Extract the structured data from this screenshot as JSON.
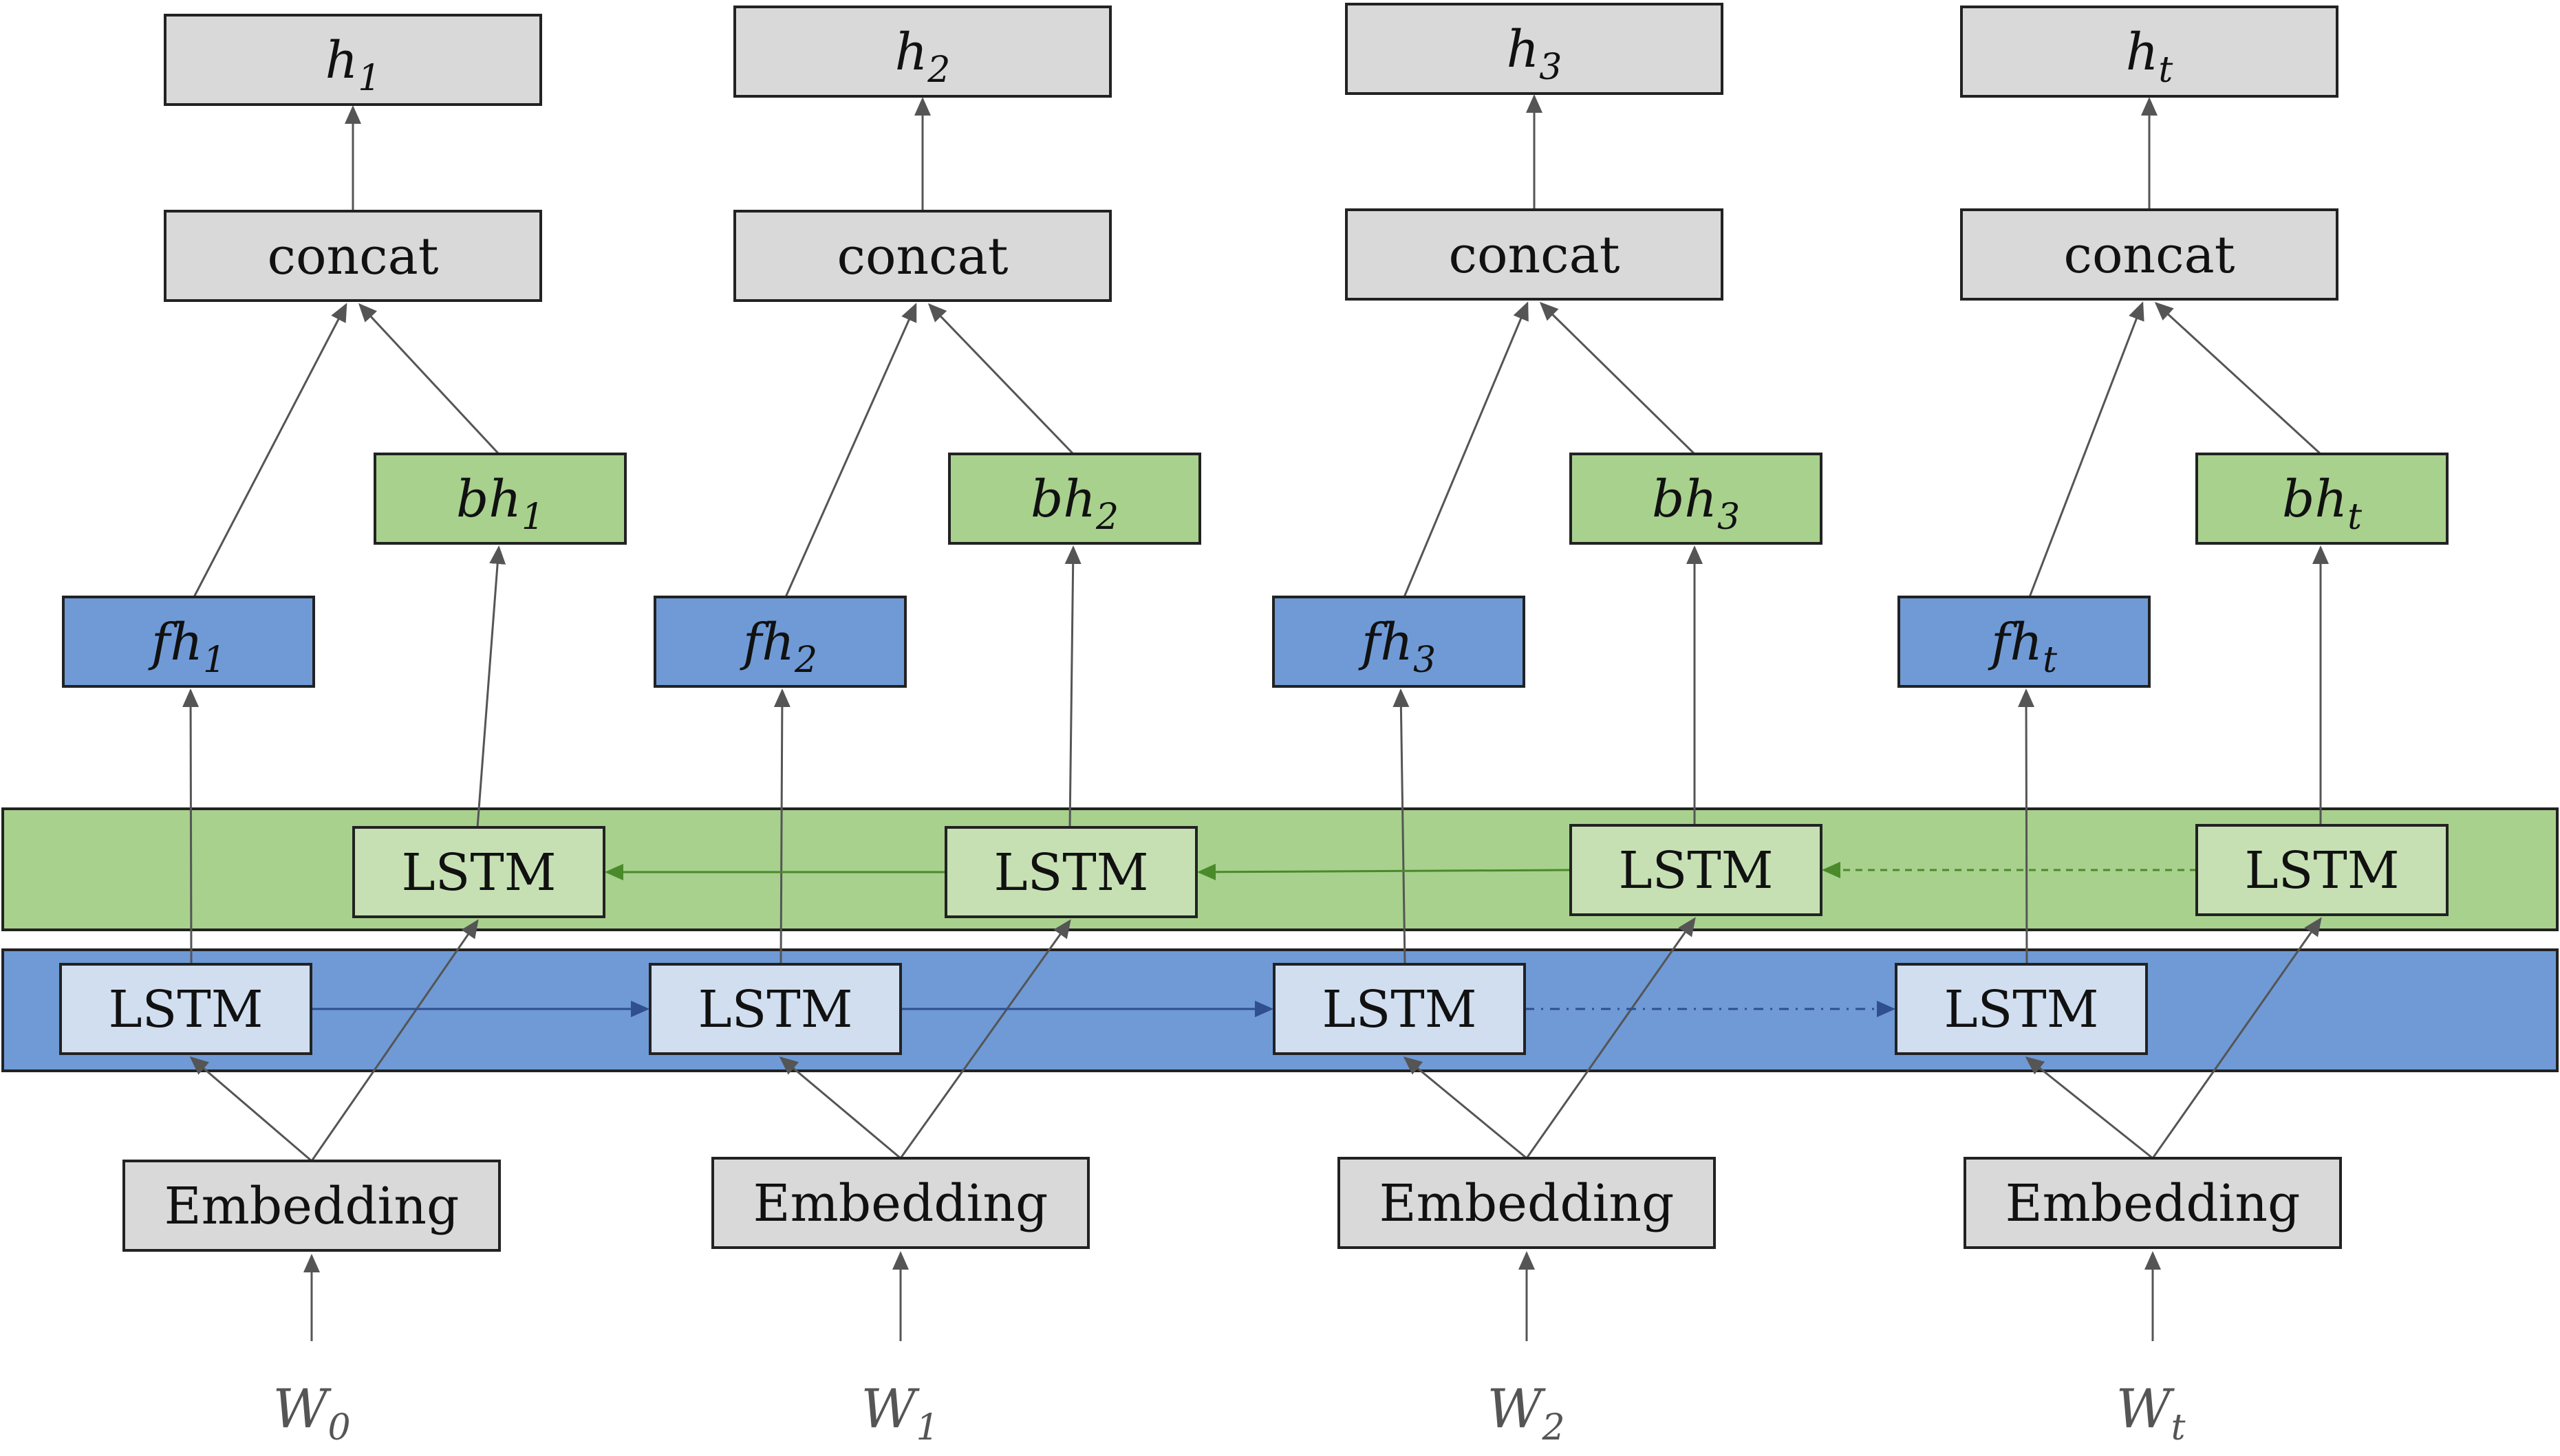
{
  "colors": {
    "gray_box": "#d9d9d9",
    "forward_band": "#6f9ad6",
    "forward_cell": "#d0deef",
    "backward_band": "#a8d18d",
    "backward_cell": "#c6e0b4",
    "fh_box": "#6f9ad6",
    "bh_box": "#a8d18d",
    "arrow": "#555555",
    "forward_arrow": "#2f4f8f",
    "backward_arrow": "#4a8a2a"
  },
  "columns": [
    {
      "output": {
        "base": "h",
        "sub": "1"
      },
      "concat": "concat",
      "fh": {
        "base": "fh",
        "sub": "1"
      },
      "bh": {
        "base": "bh",
        "sub": "1"
      },
      "backward_lstm": "LSTM",
      "forward_lstm": "LSTM",
      "embedding": "Embedding",
      "input": {
        "base": "W",
        "sub": "0"
      }
    },
    {
      "output": {
        "base": "h",
        "sub": "2"
      },
      "concat": "concat",
      "fh": {
        "base": "fh",
        "sub": "2"
      },
      "bh": {
        "base": "bh",
        "sub": "2"
      },
      "backward_lstm": "LSTM",
      "forward_lstm": "LSTM",
      "embedding": "Embedding",
      "input": {
        "base": "W",
        "sub": "1"
      }
    },
    {
      "output": {
        "base": "h",
        "sub": "3"
      },
      "concat": "concat",
      "fh": {
        "base": "fh",
        "sub": "3"
      },
      "bh": {
        "base": "bh",
        "sub": "3"
      },
      "backward_lstm": "LSTM",
      "forward_lstm": "LSTM",
      "embedding": "Embedding",
      "input": {
        "base": "W",
        "sub": "2"
      }
    },
    {
      "output": {
        "base": "h",
        "sub": "t"
      },
      "concat": "concat",
      "fh": {
        "base": "fh",
        "sub": "t"
      },
      "bh": {
        "base": "bh",
        "sub": "t"
      },
      "backward_lstm": "LSTM",
      "forward_lstm": "LSTM",
      "embedding": "Embedding",
      "input": {
        "base": "W",
        "sub": "t"
      }
    }
  ]
}
